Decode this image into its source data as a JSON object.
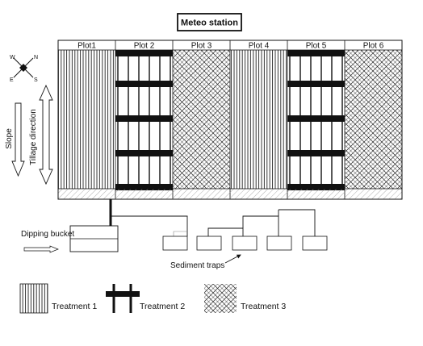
{
  "station": {
    "label": "Meteo station"
  },
  "plots": [
    {
      "label": "Plot1",
      "treatment": 1
    },
    {
      "label": "Plot 2",
      "treatment": 2
    },
    {
      "label": "Plot 3",
      "treatment": 3
    },
    {
      "label": "Plot 4",
      "treatment": 1
    },
    {
      "label": "Plot 5",
      "treatment": 2
    },
    {
      "label": "Plot 6",
      "treatment": 3
    }
  ],
  "labels": {
    "slope": "Slope",
    "tillage": "Tillage direction",
    "dipping_bucket": "Dipping bucket",
    "sediment_traps": "Sediment traps"
  },
  "compass": {
    "n": "N",
    "s": "S",
    "e": "E",
    "w": "W"
  },
  "legend": [
    {
      "label": "Treatment 1",
      "pattern": "vertical-lines"
    },
    {
      "label": "Treatment 2",
      "pattern": "ladder"
    },
    {
      "label": "Treatment 3",
      "pattern": "crosshatch"
    }
  ],
  "colors": {
    "line": "#111111",
    "hatch": "#888888",
    "background": "#ffffff"
  }
}
